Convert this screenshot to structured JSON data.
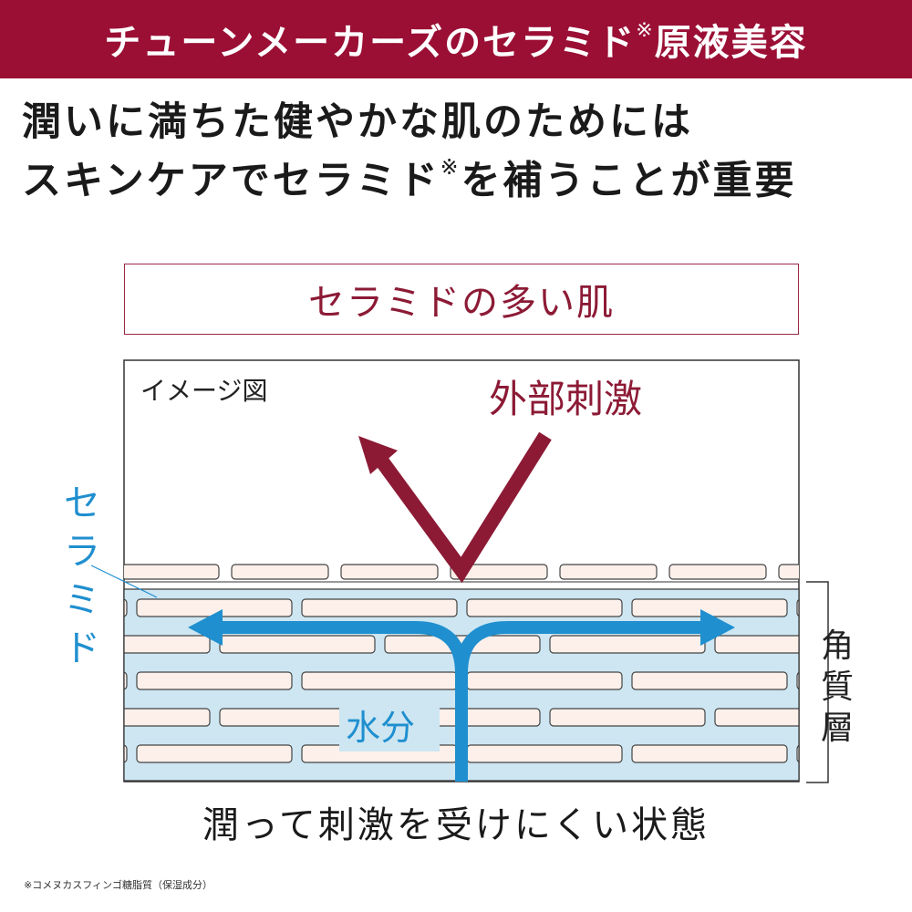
{
  "banner": {
    "title": "チューンメーカーズのセラミド",
    "mark": "※",
    "title_suffix": "原液美容",
    "bg_color": "#9b0f35"
  },
  "headline": {
    "line1": "潤いに満ちた健やかな肌のためには",
    "line2_pre": "スキンケアでセラミド",
    "line2_mark": "※",
    "line2_post": "を補うことが重要"
  },
  "diagram": {
    "box_label": "セラミドの多い肌",
    "image_label": "イメージ図",
    "stimulus_label": "外部刺激",
    "ceramide_label": [
      "セ",
      "ラ",
      "ミ",
      "ド"
    ],
    "stratum_label": [
      "角",
      "質",
      "層"
    ],
    "water_label": "水分",
    "colors": {
      "accent": "#8c1a35",
      "water": "#1f8fcf",
      "layer_fill": "#cde6f2",
      "cell_fill": "#fdf0ea"
    }
  },
  "caption": "潤って刺激を受けにくい状態",
  "footnote": "※コメヌカスフィンゴ糖脂質（保湿成分）"
}
